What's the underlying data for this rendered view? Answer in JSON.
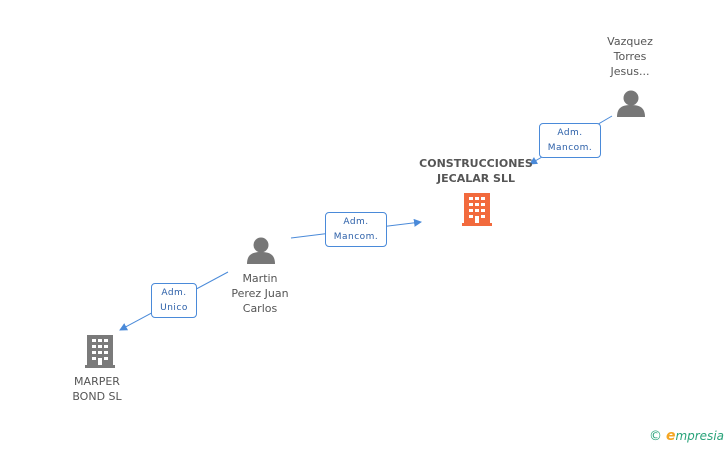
{
  "colors": {
    "edge": "#4a8ad9",
    "person_icon": "#777777",
    "main_company": "#f26a3d",
    "other_company": "#7a7a7a"
  },
  "nodes": {
    "main_company": {
      "label": "CONSTRUCCIONES\nJECALAR SLL",
      "icon": "building-icon"
    },
    "vazquez": {
      "label": "Vazquez\nTorres\nJesus...",
      "icon": "person-icon"
    },
    "martin": {
      "label": "Martin\nPerez Juan\nCarlos",
      "icon": "person-icon"
    },
    "marper": {
      "label": "MARPER\nBOND SL",
      "icon": "building-icon"
    }
  },
  "edges": {
    "vazquez_to_main": {
      "label": "Adm.\nMancom."
    },
    "martin_to_main": {
      "label": "Adm.\nMancom."
    },
    "martin_to_marper": {
      "label": "Adm.\nUnico"
    }
  },
  "brand": {
    "copyright": "©",
    "first_letter": "e",
    "rest": "mpresia"
  }
}
